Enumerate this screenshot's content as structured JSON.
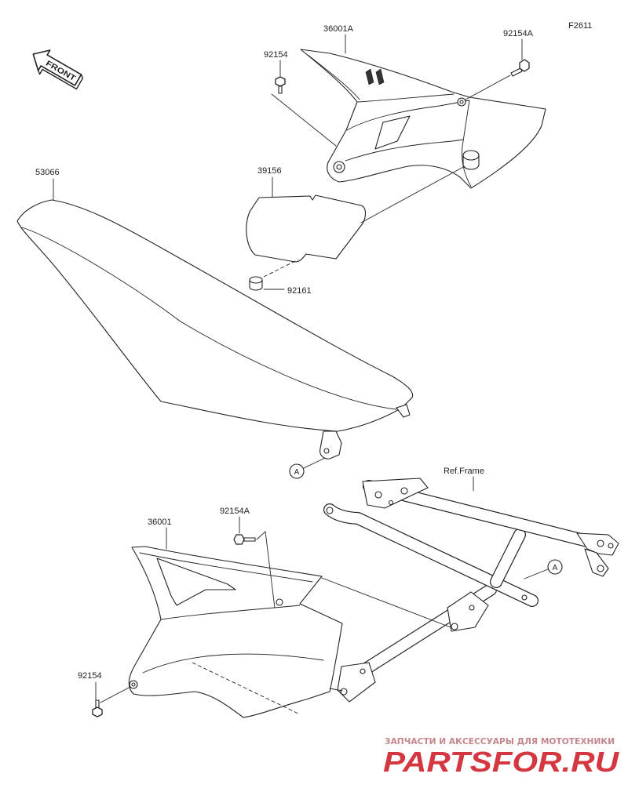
{
  "diagram": {
    "code": "F2611",
    "front_label": "FRONT"
  },
  "labels": {
    "side_cover_right": "36001A",
    "bolt_top_right": "92154A",
    "bolt_top_left": "92154",
    "seat": "53066",
    "pad": "39156",
    "grommet": "92161",
    "ref_frame": "Ref.Frame",
    "bolt_bottom_upper": "92154A",
    "side_cover_left": "36001",
    "bolt_bottom_lower": "92154"
  },
  "connector_marks": {
    "seat_mount": "A",
    "frame_mount": "A"
  },
  "watermark": {
    "tagline": "ЗАПЧАСТИ И АКСЕССУАРЫ ДЛЯ МОТОТЕХНИКИ",
    "logo": "PARTSFOR.RU"
  },
  "colors": {
    "line": "#222222",
    "background": "#ffffff",
    "logo_red": "#d4373f",
    "tagline_pink": "#c4868b"
  },
  "icons": {
    "front": "front-arrow-icon"
  }
}
